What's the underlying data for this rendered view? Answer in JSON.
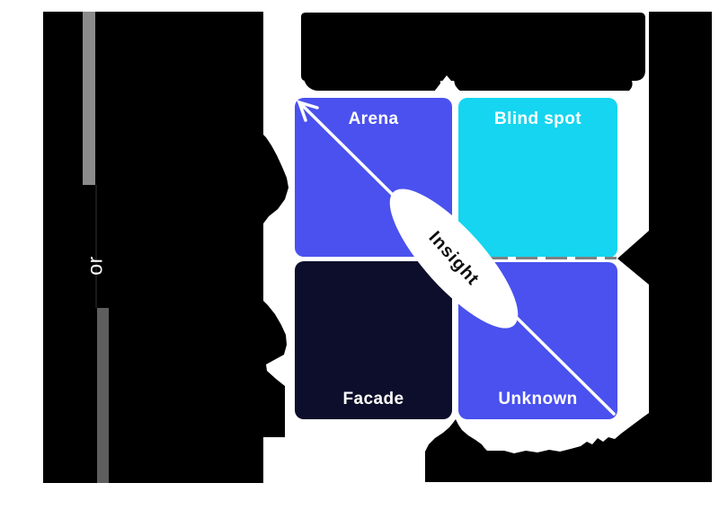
{
  "colors": {
    "background": "#ffffff",
    "silhouette": "#000000",
    "bar_top": "#8b8b8b",
    "bar_bottom": "#5e5e5e",
    "connector": "#1a1a1a",
    "quadrant_blue": "#4a51ee",
    "quadrant_cyan": "#15d5f0",
    "quadrant_navy": "#0d0e2b",
    "label_text": "#ffffff",
    "ellipse": "#ffffff",
    "insight_text": "#0f0f0f",
    "arrow": "#ffffff",
    "dash": "#7f7f7f"
  },
  "left_panel": {
    "vertical_label": "or"
  },
  "matrix": {
    "quadrants": [
      {
        "label": "Arena"
      },
      {
        "label": "Blind spot"
      },
      {
        "label": "Facade"
      },
      {
        "label": "Unknown"
      }
    ],
    "center_label": "Insight"
  }
}
